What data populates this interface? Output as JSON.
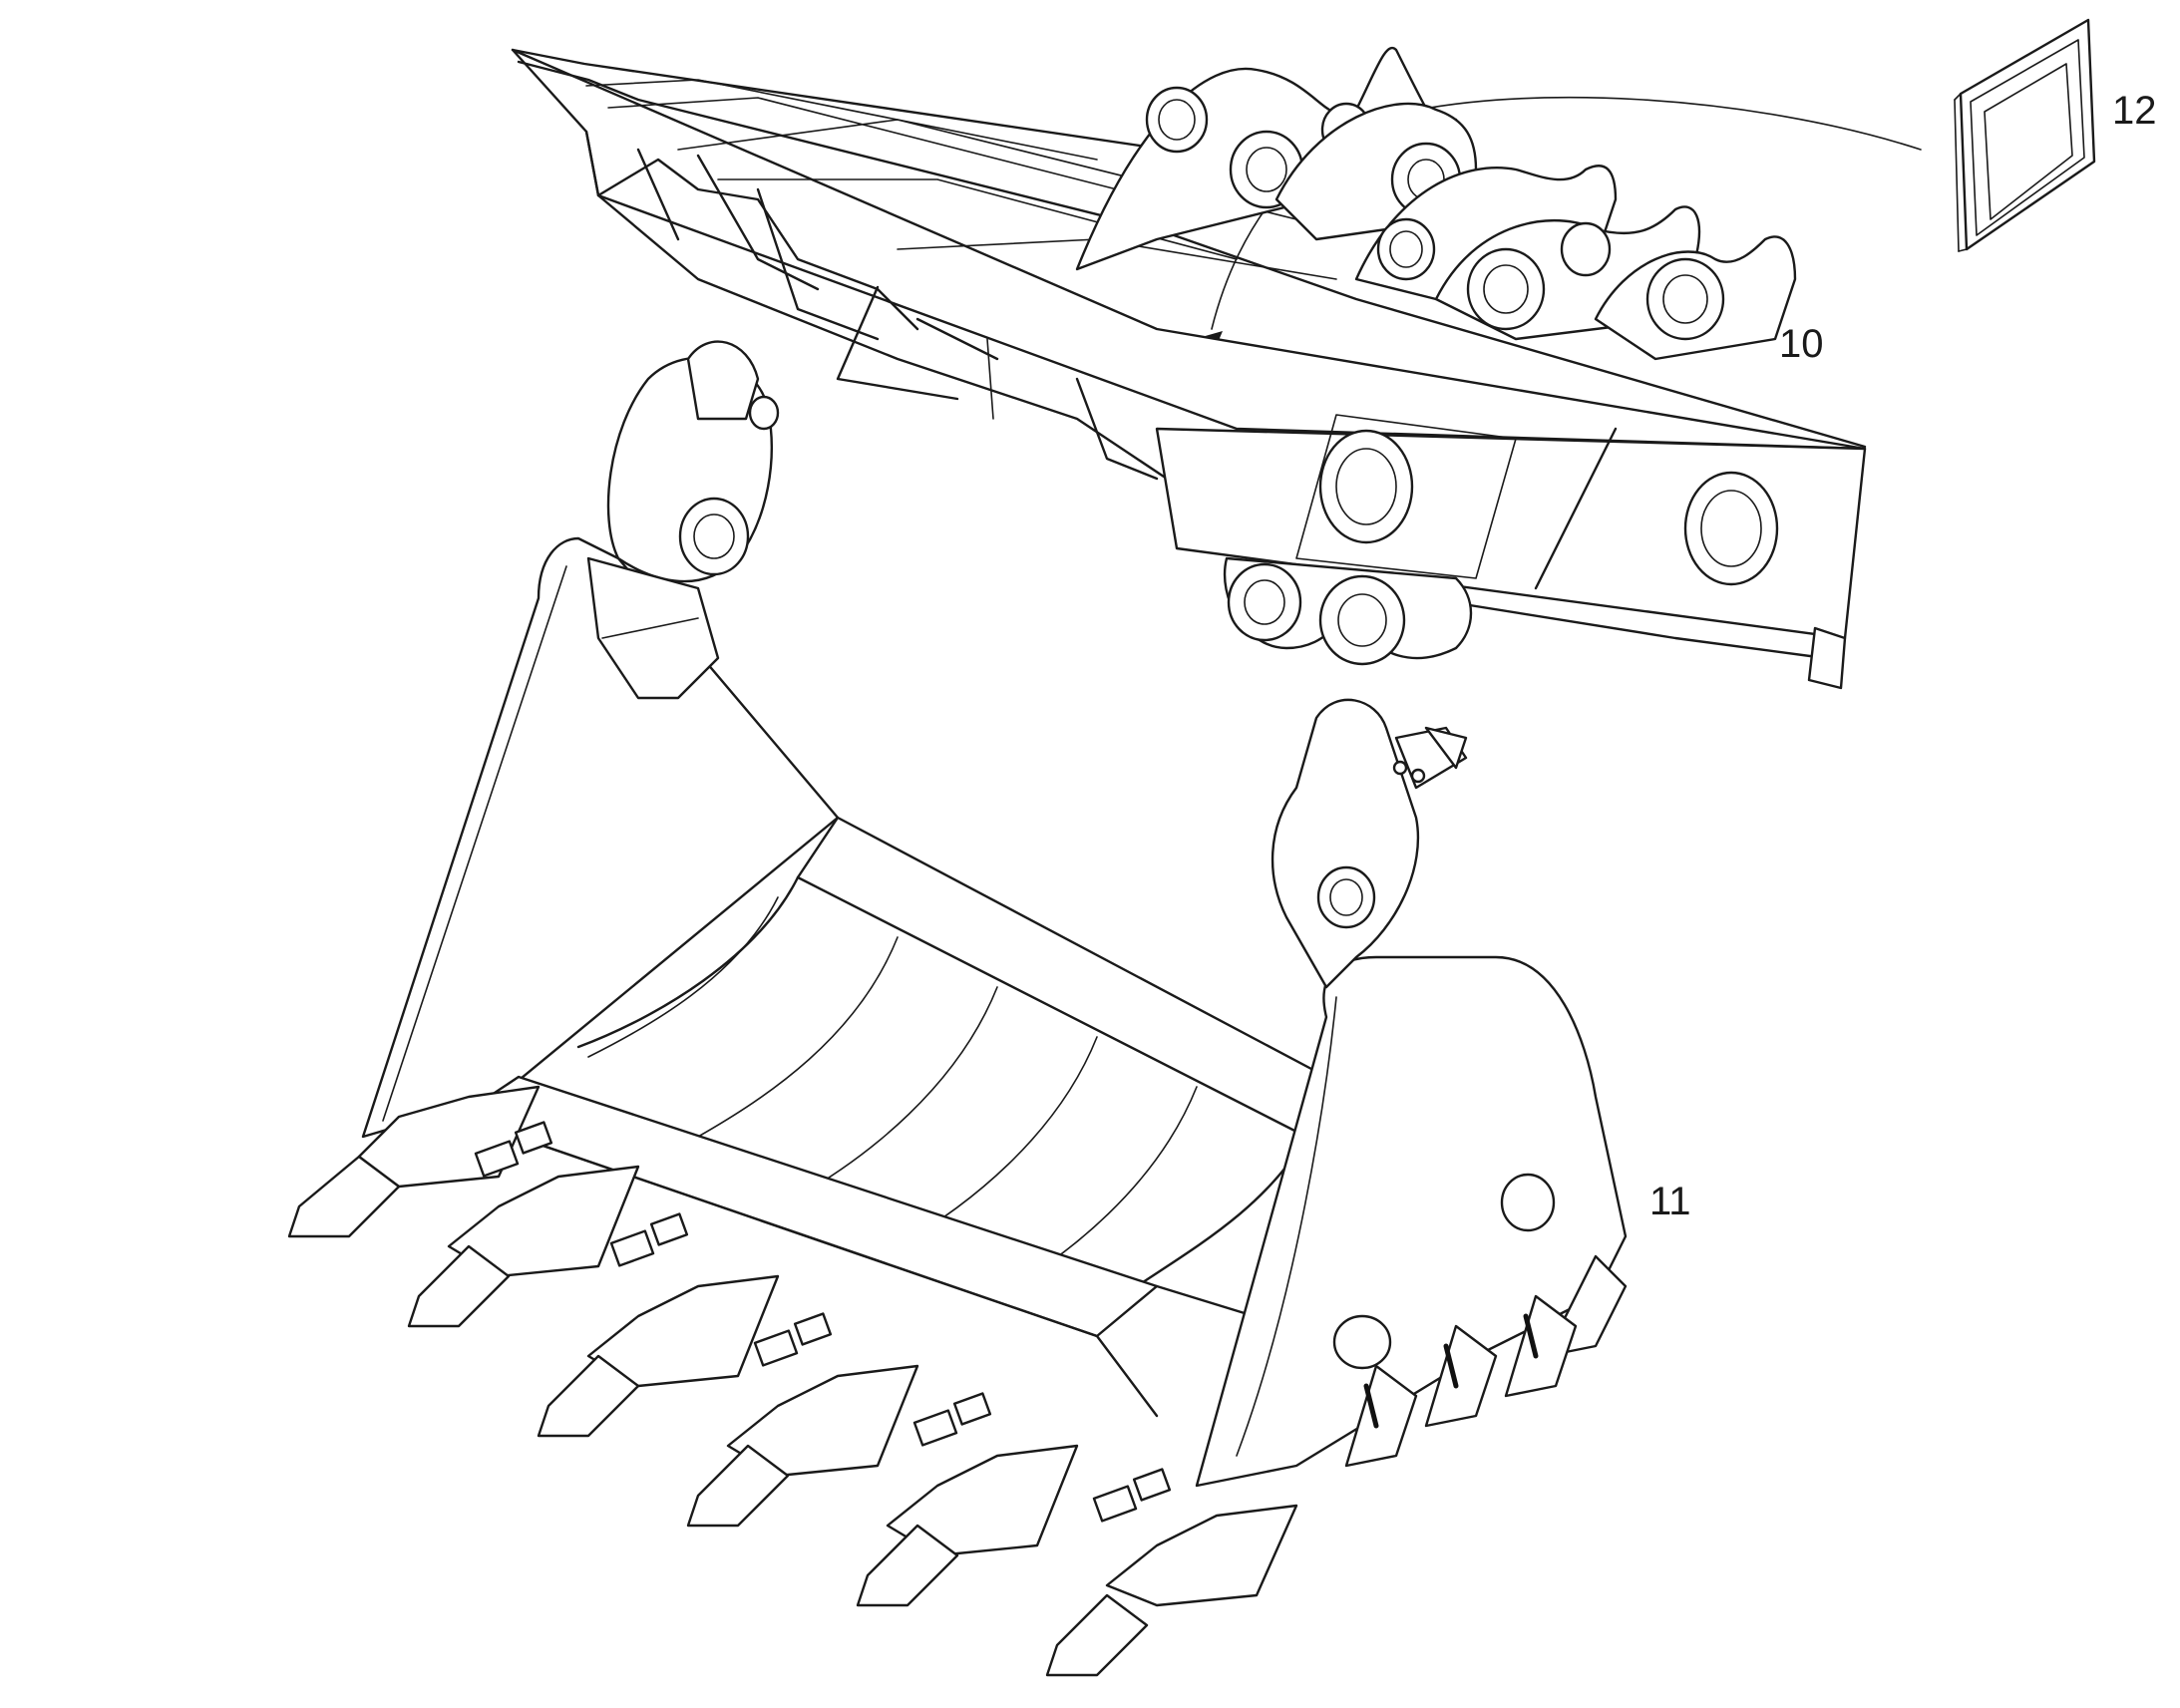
{
  "callouts": {
    "boom": "10",
    "bucket": "11",
    "decal": "12"
  },
  "icons": {
    "boom": "lift-arm-frame-icon",
    "bucket": "loader-bucket-icon",
    "decal": "decal-plate-icon"
  },
  "colors": {
    "line": "#1a1a1a",
    "background": "#ffffff"
  }
}
